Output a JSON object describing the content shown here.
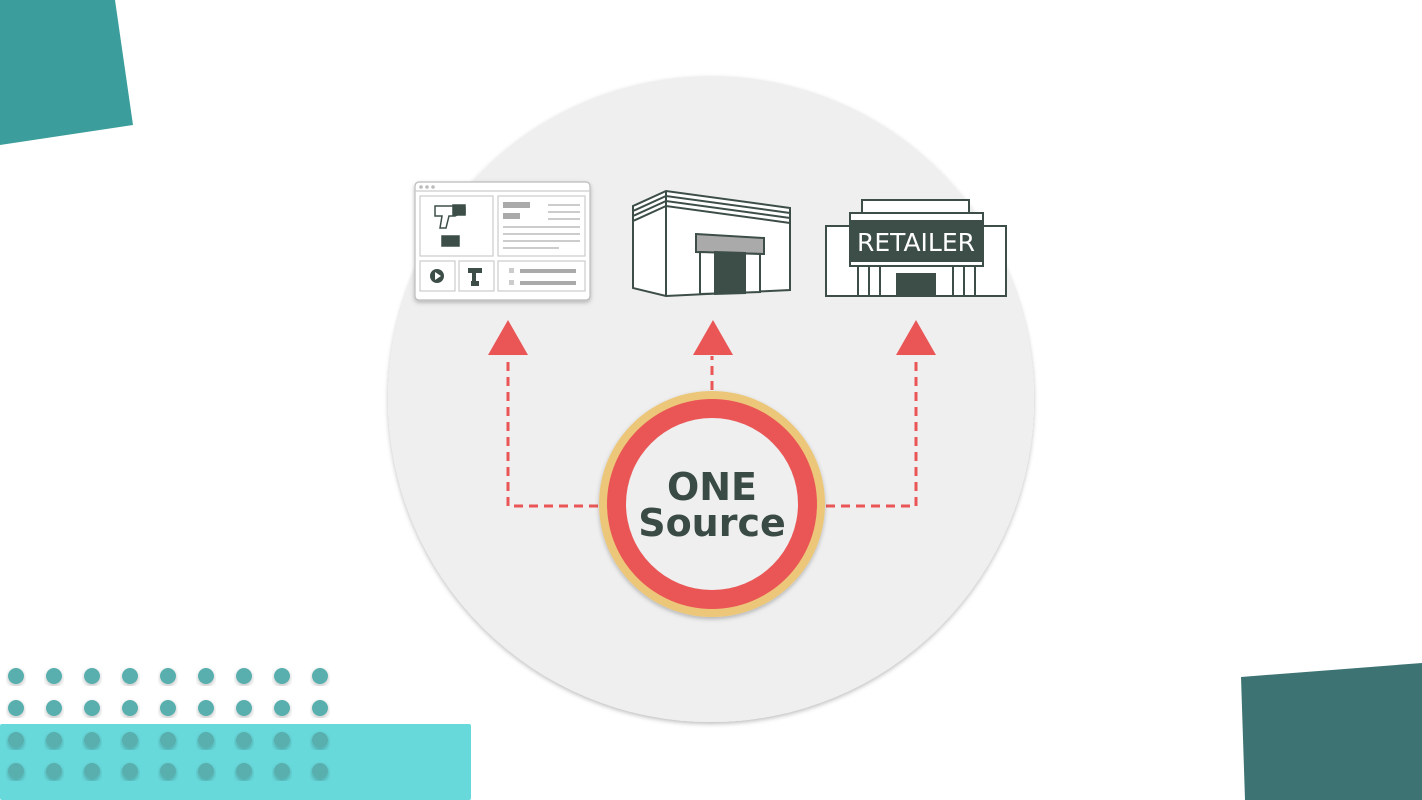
{
  "center": {
    "line1": "ONE",
    "line2": "Source"
  },
  "icons": {
    "left": "ecommerce-webpage-icon",
    "middle": "warehouse-icon",
    "right": "retail-store-icon",
    "store_sign": "RETAILER"
  },
  "colors": {
    "teal_dark": "#3b9e9c",
    "teal_slate": "#3d7473",
    "aqua": "#68d9db",
    "dot": "#58afad",
    "circle_bg": "#efefef",
    "arrow_red": "#ea5656",
    "gold": "#ecc77a",
    "icon_dark": "#3d4e49"
  }
}
